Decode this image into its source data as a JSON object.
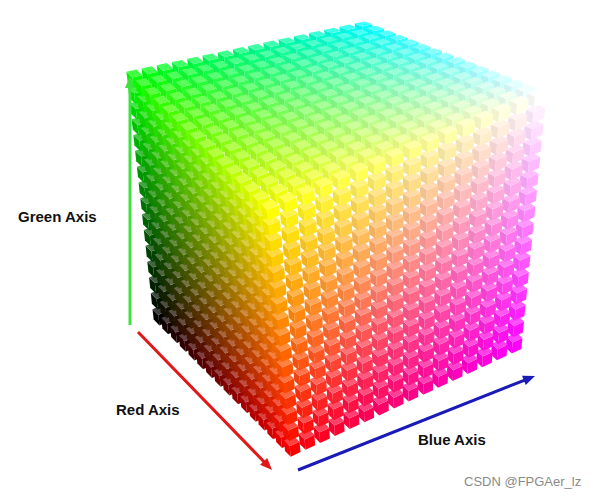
{
  "diagram": {
    "labels": [
      "Green Axis",
      "Red Axis",
      "Blue Axis",
      "CSDN @FPGAer_lz"
    ]
  }
}
